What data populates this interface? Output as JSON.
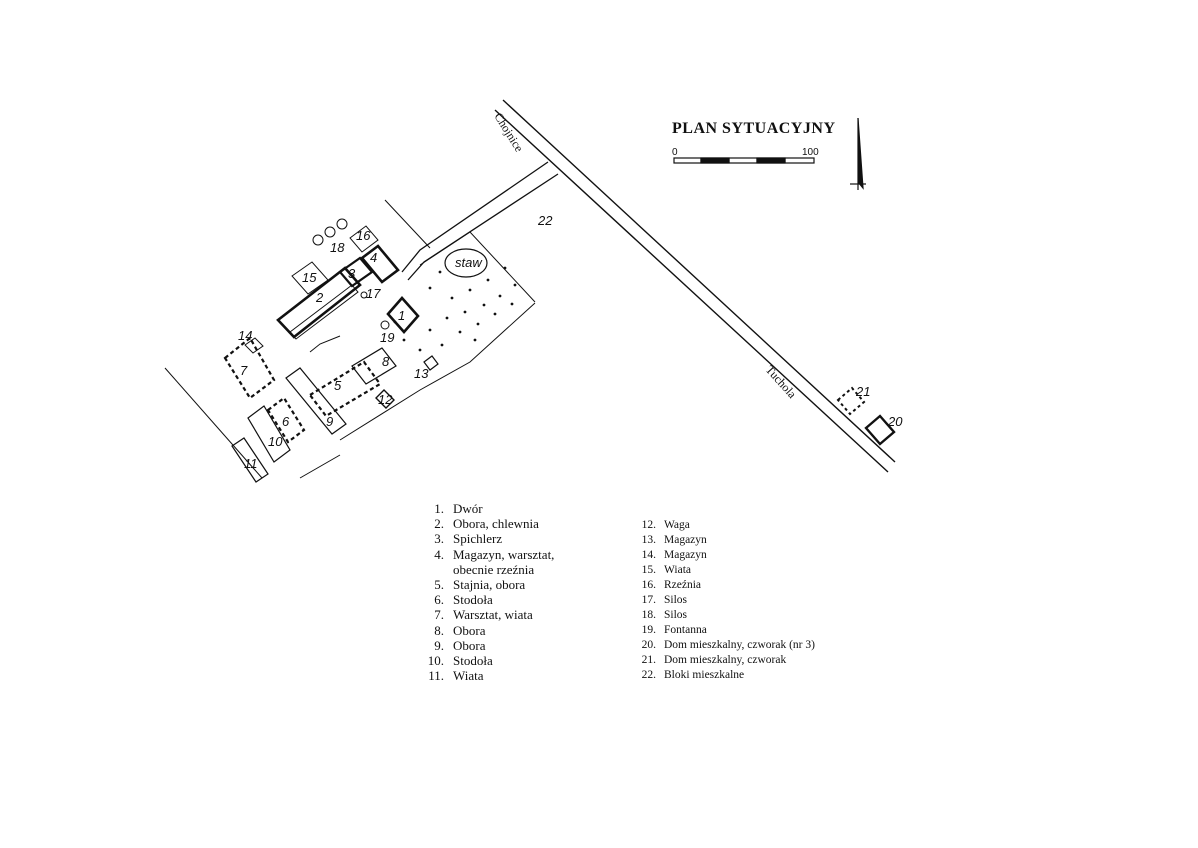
{
  "title": "PLAN SYTUACYJNY",
  "scale": {
    "start": "0",
    "end": "100"
  },
  "roads": {
    "north": "Chojnice",
    "east": "Tuchola"
  },
  "pond_label": "staw",
  "map_labels": [
    "1",
    "2",
    "3",
    "4",
    "5",
    "6",
    "7",
    "8",
    "9",
    "10",
    "11",
    "12",
    "13",
    "14",
    "15",
    "16",
    "17",
    "18",
    "19",
    "20",
    "21",
    "22"
  ],
  "legend_left": [
    {
      "num": "1.",
      "text": "Dwór"
    },
    {
      "num": "2.",
      "text": "Obora, chlewnia"
    },
    {
      "num": "3.",
      "text": "Spichlerz"
    },
    {
      "num": "4.",
      "text": "Magazyn, warsztat,\nobecnie rzeźnia"
    },
    {
      "num": "5.",
      "text": "Stajnia, obora"
    },
    {
      "num": "6.",
      "text": "Stodoła"
    },
    {
      "num": "7.",
      "text": "Warsztat, wiata"
    },
    {
      "num": "8.",
      "text": "Obora"
    },
    {
      "num": "9.",
      "text": "Obora"
    },
    {
      "num": "10.",
      "text": "Stodoła"
    },
    {
      "num": "11.",
      "text": "Wiata"
    }
  ],
  "legend_right": [
    {
      "num": "12.",
      "text": "Waga"
    },
    {
      "num": "13.",
      "text": "Magazyn"
    },
    {
      "num": "14.",
      "text": "Magazyn"
    },
    {
      "num": "15.",
      "text": "Wiata"
    },
    {
      "num": "16.",
      "text": "Rzeźnia"
    },
    {
      "num": "17.",
      "text": "Silos"
    },
    {
      "num": "18.",
      "text": "Silos"
    },
    {
      "num": "19.",
      "text": "Fontanna"
    },
    {
      "num": "20.",
      "text": "Dom mieszkalny, czworak (nr 3)"
    },
    {
      "num": "21.",
      "text": "Dom mieszkalny, czworak"
    },
    {
      "num": "22.",
      "text": "Bloki mieszkalne"
    }
  ]
}
